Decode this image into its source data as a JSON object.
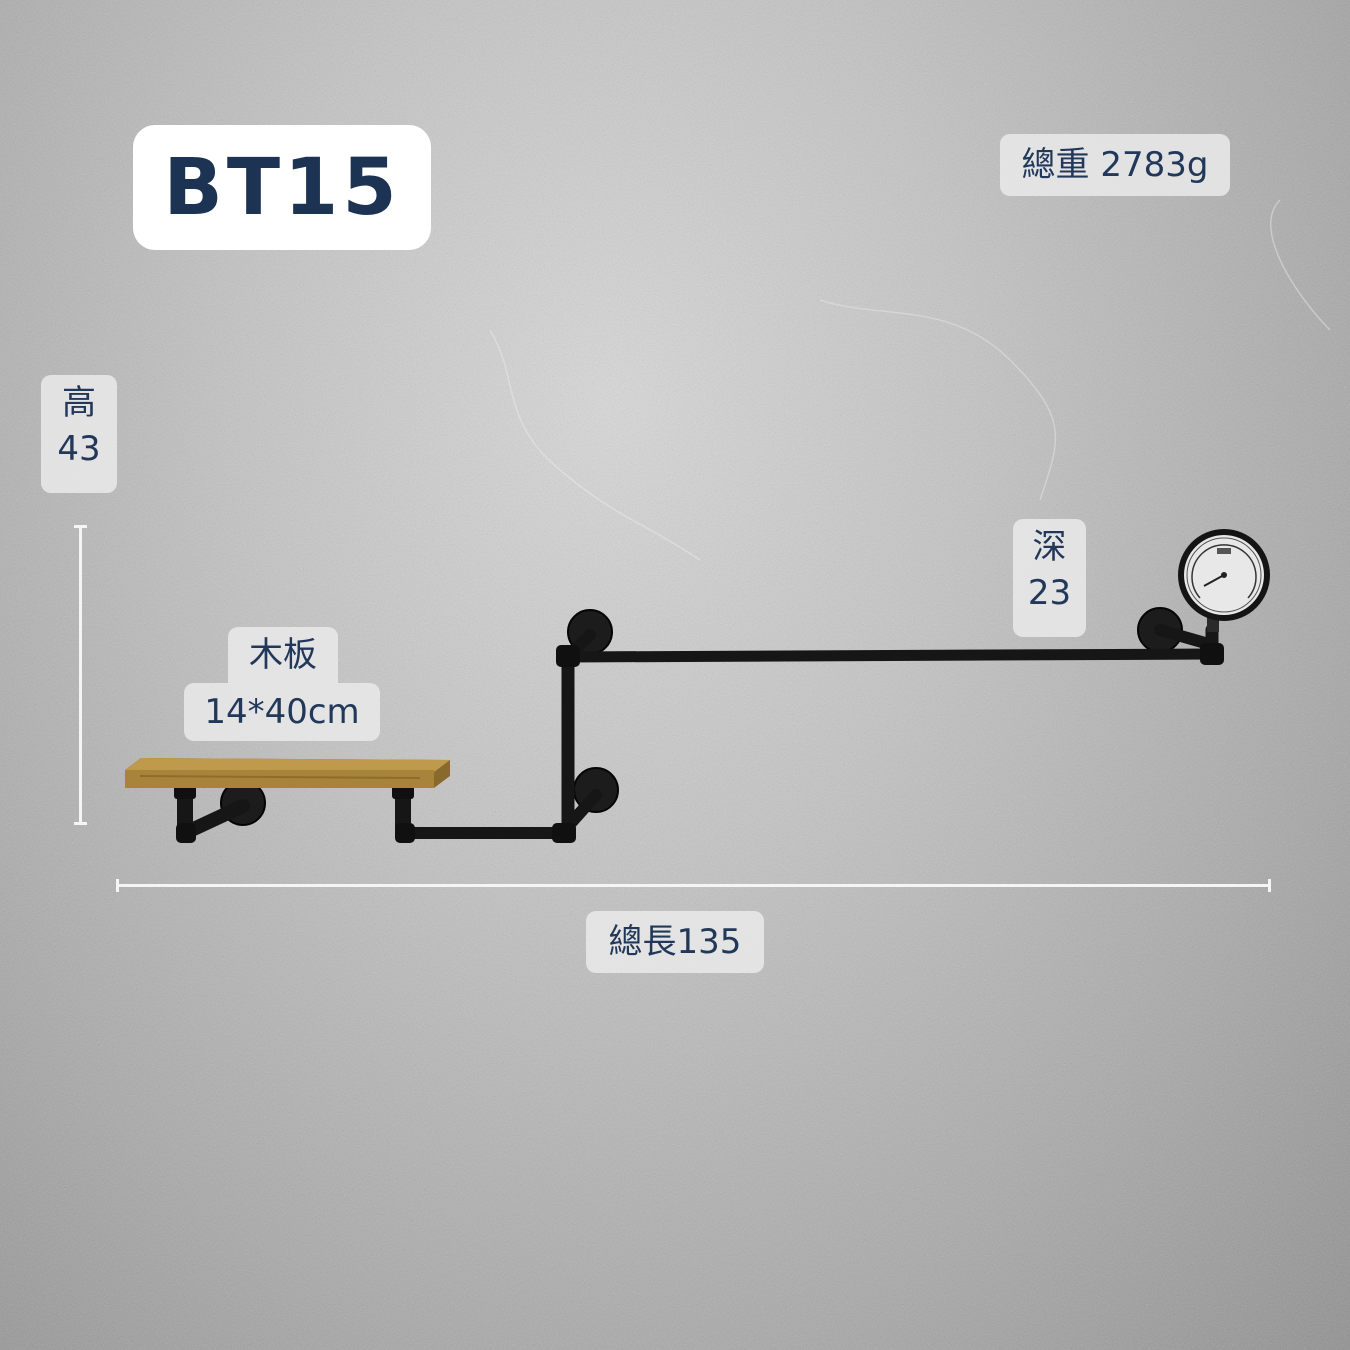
{
  "product_code": "BT15",
  "weight_label": "總重 2783g",
  "height": {
    "label": "高",
    "value": "43"
  },
  "depth": {
    "label": "深",
    "value": "23"
  },
  "board": {
    "label": "木板",
    "size": "14*40cm"
  },
  "length_label": "總長135",
  "colors": {
    "text": "#22385a",
    "pipe": "#1a1a1a",
    "wood": "#b08a3e"
  },
  "icons": [
    "pressure-gauge-icon"
  ]
}
